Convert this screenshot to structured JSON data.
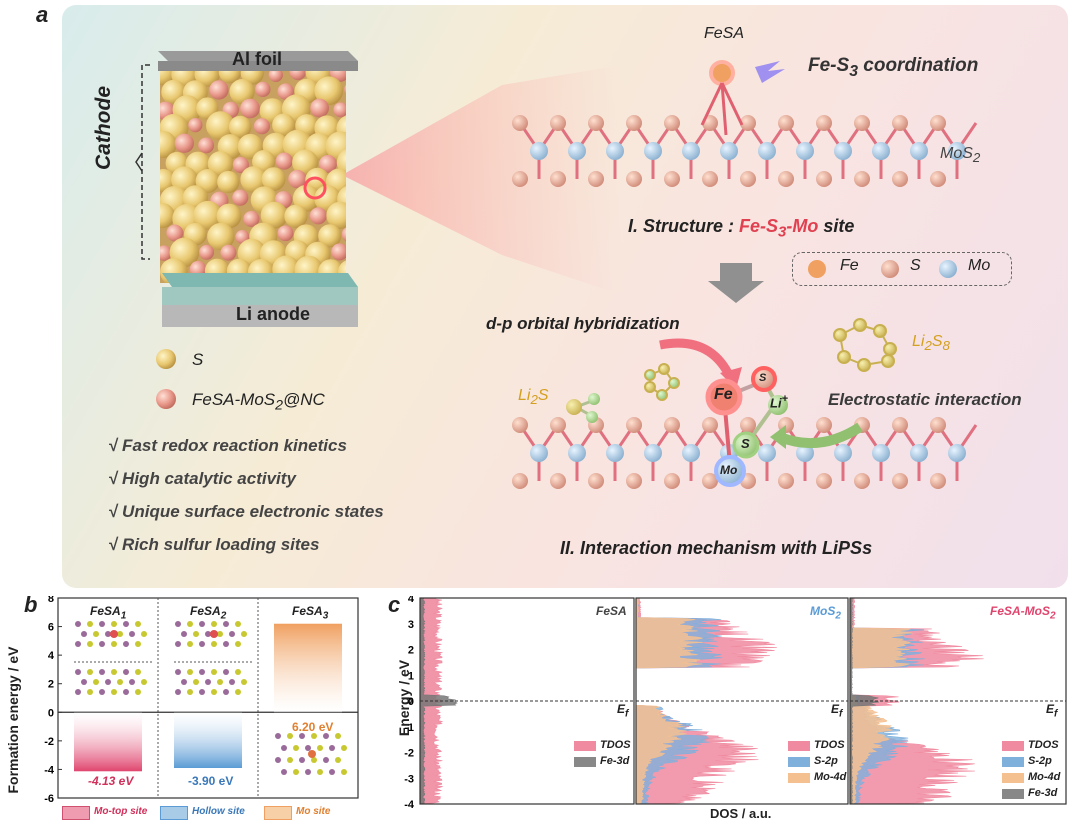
{
  "panel_a": {
    "letter": "a",
    "al_foil": "Al foil",
    "cathode": "Cathode",
    "li_anode": "Li anode",
    "legend_s": "S",
    "legend_fesa_pre": "FeSA-MoS",
    "legend_fesa_sub": "2",
    "legend_fesa_post": "@NC",
    "bullets": [
      "√ Fast redox reaction kinetics",
      "√ High catalytic activity",
      "√ Unique surface electronic states",
      "√ Rich sulfur loading sites"
    ],
    "fesa_label": "FeSA",
    "coord_pre": "Fe-S",
    "coord_sub": "3",
    "coord_post": " coordination",
    "mos2_pre": "MoS",
    "mos2_sub": "2",
    "structure_pre": "I. Structure : ",
    "structure_red_pre": "Fe-S",
    "structure_red_sub": "3",
    "structure_red_post": "-Mo",
    "structure_post": " site",
    "legend_fe": "Fe",
    "legend_s2": "S",
    "legend_mo": "Mo",
    "dp_orbital": "d-p  orbital  hybridization",
    "li2s8_pre": "Li",
    "li2s8_sub1": "2",
    "li2s8_mid": "S",
    "li2s8_sub2": "8",
    "li2s_pre": "Li",
    "li2s_sub": "2",
    "li2s_post": "S",
    "atom_fe": "Fe",
    "atom_s_top": "S",
    "atom_li": "Li",
    "atom_li_sup": "+",
    "atom_s_mid": "S",
    "atom_mo": "Mo",
    "electrostatic": "Electrostatic  interaction",
    "mechanism": "II. Interaction mechanism with LiPSs"
  },
  "panel_b": {
    "letter": "b",
    "ylabel": "Formation energy / eV",
    "yticks": [
      "8",
      "6",
      "4",
      "2",
      "0",
      "-2",
      "-4",
      "-6"
    ],
    "configs": [
      {
        "name": "FeSA",
        "sub": "1"
      },
      {
        "name": "FeSA",
        "sub": "2"
      },
      {
        "name": "FeSA",
        "sub": "3"
      }
    ],
    "value_labels": [
      "-4.13 eV",
      "-3.90 eV",
      "6.20 eV"
    ],
    "legend": [
      "Mo-top site",
      "Hollow site",
      "Mo site"
    ],
    "colors": [
      "#e0456e",
      "#5b9bd5",
      "#f0a060"
    ]
  },
  "panel_c": {
    "letter": "c",
    "ylabel": "Energy / eV",
    "xlabel": "DOS / a.u.",
    "yticks": [
      "4",
      "3",
      "2",
      "1",
      "0",
      "-1",
      "-2",
      "-3",
      "-4"
    ],
    "fermi": "E",
    "fermi_sub": "f",
    "subplots": [
      {
        "title": "FeSA",
        "title_sub": "",
        "title_color": "#444",
        "legend": [
          "TDOS",
          "Fe-3d"
        ]
      },
      {
        "title": "MoS",
        "title_sub": "2",
        "title_color": "#5b9bd5",
        "legend": [
          "TDOS",
          "S-2p",
          "Mo-4d"
        ]
      },
      {
        "title": "FeSA-MoS",
        "title_sub": "2",
        "title_color": "#e0456e",
        "legend": [
          "TDOS",
          "S-2p",
          "Mo-4d",
          "Fe-3d"
        ]
      }
    ],
    "legend_colors": {
      "TDOS": "#f08aa0",
      "Fe-3d": "#888888",
      "S-2p": "#7fb0dc",
      "Mo-4d": "#f5c090"
    }
  },
  "chart_data": [
    {
      "type": "bar",
      "categories": [
        "FeSA1",
        "FeSA2",
        "FeSA3"
      ],
      "values": [
        -4.13,
        -3.9,
        6.2
      ],
      "series": [
        {
          "name": "Mo-top site",
          "values": [
            -4.13,
            null,
            null
          ]
        },
        {
          "name": "Hollow site",
          "values": [
            null,
            -3.9,
            null
          ]
        },
        {
          "name": "Mo site",
          "values": [
            null,
            null,
            6.2
          ]
        }
      ],
      "ylabel": "Formation energy / eV",
      "ylim": [
        -6,
        8
      ]
    },
    {
      "type": "area",
      "ylabel": "Energy / eV",
      "xlabel": "DOS / a.u.",
      "ylim": [
        -4,
        4
      ],
      "panels": [
        "FeSA",
        "MoS2",
        "FeSA-MoS2"
      ]
    }
  ]
}
